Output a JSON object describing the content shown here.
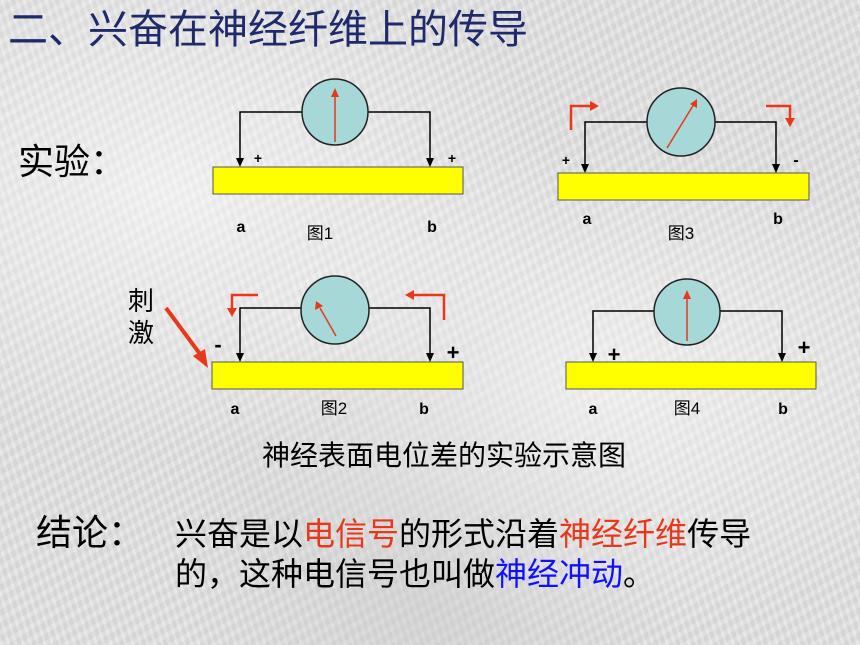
{
  "title": "二、兴奋在神经纤维上的传导",
  "experiment_label": "实验：",
  "stimulus_label": "刺激",
  "caption": "神经表面电位差的实验示意图",
  "conclusion": {
    "label": "结论：",
    "line1_a": "兴奋是以",
    "line1_hl1": "电信号",
    "line1_b": "的形式沿着",
    "line1_hl2": "神经纤维",
    "line1_c": "传导",
    "line2_a": "的，这种电信号也叫做",
    "line2_hl": "神经冲动",
    "line2_b": "。"
  },
  "colors": {
    "fiber": "#ffff00",
    "meter": "#a6d8d8",
    "arrow": "#e8381c",
    "title": "#1f2a6b",
    "highlight_red": "#e8381c",
    "highlight_blue": "#1010ff"
  },
  "figures": [
    {
      "id": "fig1",
      "label": "图1",
      "point_a": "a",
      "point_b": "b",
      "sign_a": "+",
      "sign_b": "+"
    },
    {
      "id": "fig2",
      "label": "图2",
      "point_a": "a",
      "point_b": "b",
      "sign_a": "-",
      "sign_b": "+"
    },
    {
      "id": "fig3",
      "label": "图3",
      "point_a": "a",
      "point_b": "b",
      "sign_a": "+",
      "sign_b": "-"
    },
    {
      "id": "fig4",
      "label": "图4",
      "point_a": "a",
      "point_b": "b",
      "sign_a": "+",
      "sign_b": "+"
    }
  ]
}
